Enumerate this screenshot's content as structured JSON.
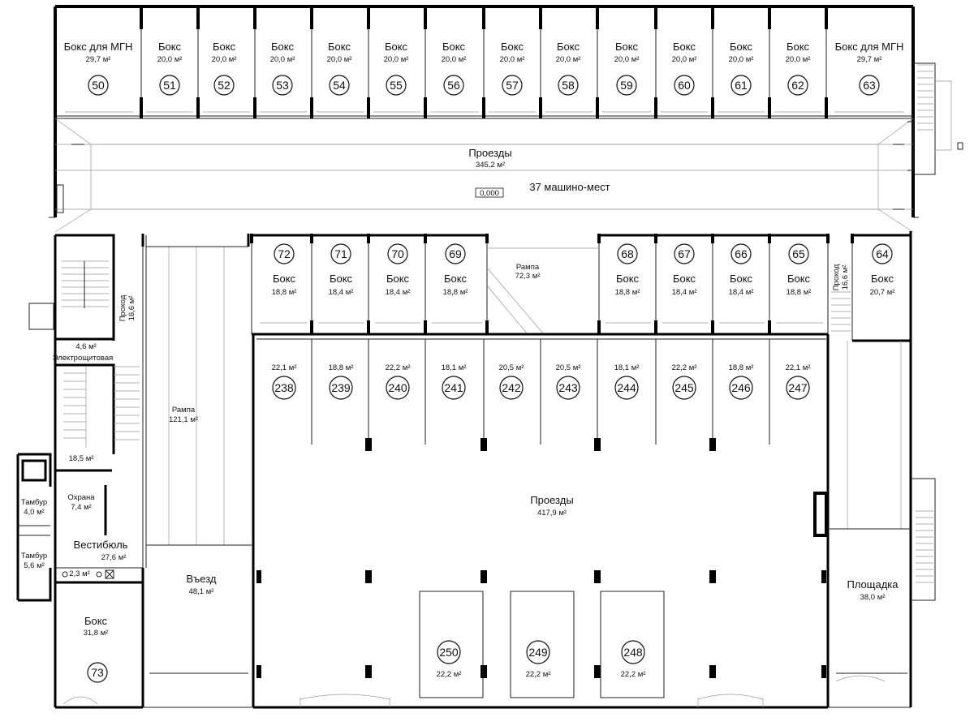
{
  "top_boxes": [
    {
      "title": "Бокс для МГН",
      "area": "29,7 м²",
      "num": "50"
    },
    {
      "title": "Бокс",
      "area": "20,0 м²",
      "num": "51"
    },
    {
      "title": "Бокс",
      "area": "20,0 м²",
      "num": "52"
    },
    {
      "title": "Бокс",
      "area": "20,0 м²",
      "num": "53"
    },
    {
      "title": "Бокс",
      "area": "20,0 м²",
      "num": "54"
    },
    {
      "title": "Бокс",
      "area": "20,0 м²",
      "num": "55"
    },
    {
      "title": "Бокс",
      "area": "20,0 м²",
      "num": "56"
    },
    {
      "title": "Бокс",
      "area": "20,0 м²",
      "num": "57"
    },
    {
      "title": "Бокс",
      "area": "20,0 м²",
      "num": "58"
    },
    {
      "title": "Бокс",
      "area": "20,0 м²",
      "num": "59"
    },
    {
      "title": "Бокс",
      "area": "20,0 м²",
      "num": "60"
    },
    {
      "title": "Бокс",
      "area": "20,0 м²",
      "num": "61"
    },
    {
      "title": "Бокс",
      "area": "20,0 м²",
      "num": "62"
    },
    {
      "title": "Бокс для МГН",
      "area": "29,7 м²",
      "num": "63"
    }
  ],
  "upper_drive": {
    "title": "Проезды",
    "area": "345,2 м²",
    "spaces": "37 машино-мест",
    "level": "0,000"
  },
  "mid_boxes": [
    {
      "title": "Бокс",
      "area": "18,8 м²",
      "num": "72"
    },
    {
      "title": "Бокс",
      "area": "18,4 м²",
      "num": "71"
    },
    {
      "title": "Бокс",
      "area": "18,4 м²",
      "num": "70"
    },
    {
      "title": "Бокс",
      "area": "18,8 м²",
      "num": "69"
    },
    {
      "title": "Бокс",
      "area": "18,8 м²",
      "num": "68"
    },
    {
      "title": "Бокс",
      "area": "18,4 м²",
      "num": "67"
    },
    {
      "title": "Бокс",
      "area": "18,4 м²",
      "num": "66"
    },
    {
      "title": "Бокс",
      "area": "18,8 м²",
      "num": "65"
    },
    {
      "title": "Бокс",
      "area": "20,7 м²",
      "num": "64"
    }
  ],
  "ramp_mid": {
    "title": "Рампа",
    "area": "72,3 м²"
  },
  "ramp_left": {
    "title": "Рампа",
    "area": "121,1 м²"
  },
  "passage_left": {
    "title": "Проход",
    "area": "16,6 м²"
  },
  "passage_right": {
    "title": "Проход",
    "area": "16,6 м²"
  },
  "parking": [
    {
      "area": "22,1 м²",
      "num": "238"
    },
    {
      "area": "18,8 м²",
      "num": "239"
    },
    {
      "area": "22,2 м²",
      "num": "240"
    },
    {
      "area": "18,1 м²",
      "num": "241"
    },
    {
      "area": "20,5 м²",
      "num": "242"
    },
    {
      "area": "20,5 м²",
      "num": "243"
    },
    {
      "area": "18,1 м²",
      "num": "244"
    },
    {
      "area": "22,2 м²",
      "num": "245"
    },
    {
      "area": "18,8 м²",
      "num": "246"
    },
    {
      "area": "22,1 м²",
      "num": "247"
    }
  ],
  "bottom_spaces": [
    {
      "num": "250",
      "area": "22,2 м²"
    },
    {
      "num": "249",
      "area": "22,2 м²"
    },
    {
      "num": "248",
      "area": "22,2 м²"
    }
  ],
  "lower_drive": {
    "title": "Проезды",
    "area": "417,9 м²"
  },
  "electro": {
    "area": "4,6 м²",
    "title": "Электрощитовая"
  },
  "stair_area": {
    "area": "18,5 м²"
  },
  "guard": {
    "title": "Охрана",
    "area": "7,4 м²"
  },
  "vestibule": {
    "title": "Вестибюль",
    "area": "27,6 м²"
  },
  "tambour1": {
    "title": "Тамбур",
    "area": "4,0 м²"
  },
  "tambour2": {
    "title": "Тамбур",
    "area": "5,6 м²"
  },
  "small_room": {
    "area": "2,3 м²"
  },
  "entry": {
    "title": "Въезд",
    "area": "48,1 м²"
  },
  "box73": {
    "title": "Бокс",
    "area": "31,8 м²",
    "num": "73"
  },
  "platform": {
    "title": "Площадка",
    "area": "38,0 м²"
  }
}
